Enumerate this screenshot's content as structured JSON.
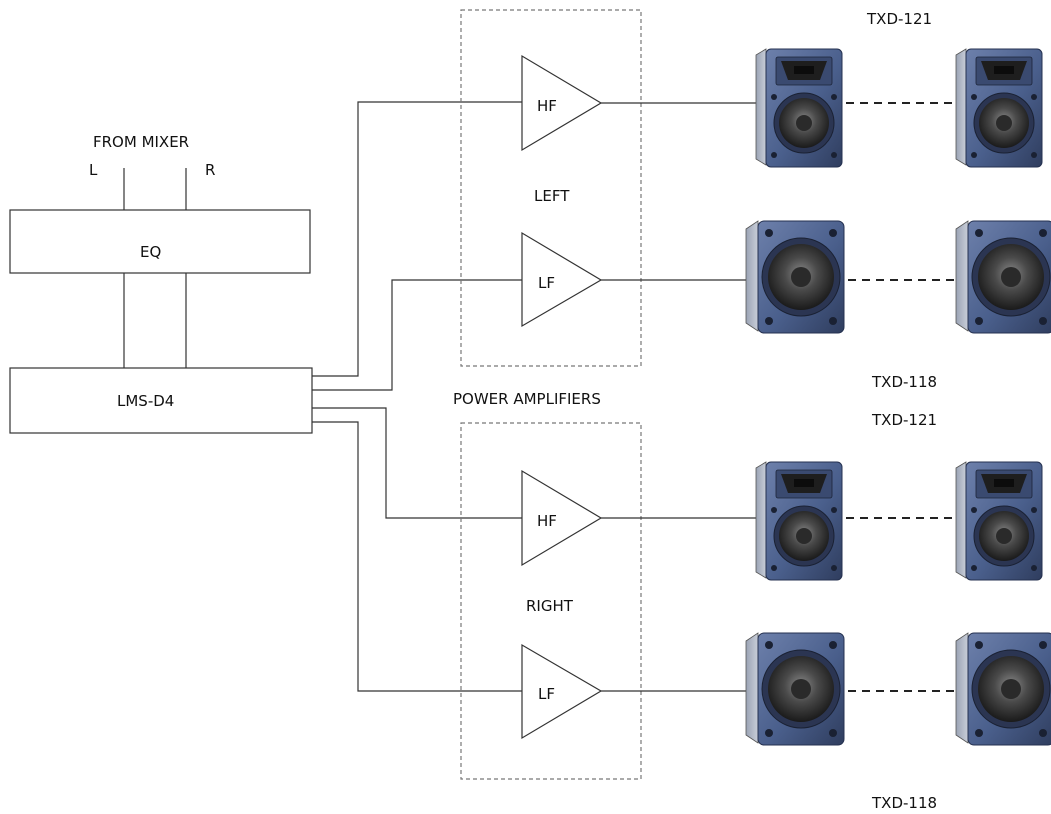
{
  "source": {
    "label": "FROM MIXER",
    "left_channel": "L",
    "right_channel": "R"
  },
  "processors": {
    "eq": "EQ",
    "controller": "LMS-D4"
  },
  "amplifiers": {
    "group_label": "POWER AMPLIFIERS",
    "left": {
      "label": "LEFT",
      "hf": "HF",
      "lf": "LF"
    },
    "right": {
      "label": "RIGHT",
      "hf": "HF",
      "lf": "LF"
    }
  },
  "speakers": {
    "left_hf_model": "TXD-121",
    "left_lf_model": "TXD-118",
    "right_hf_model": "TXD-121",
    "right_lf_model": "TXD-118"
  },
  "colors": {
    "cabinet_blue": "#4a5f8c",
    "cabinet_dark": "#2a3550",
    "cone": "#555555",
    "horn": "#1e1e1e"
  }
}
